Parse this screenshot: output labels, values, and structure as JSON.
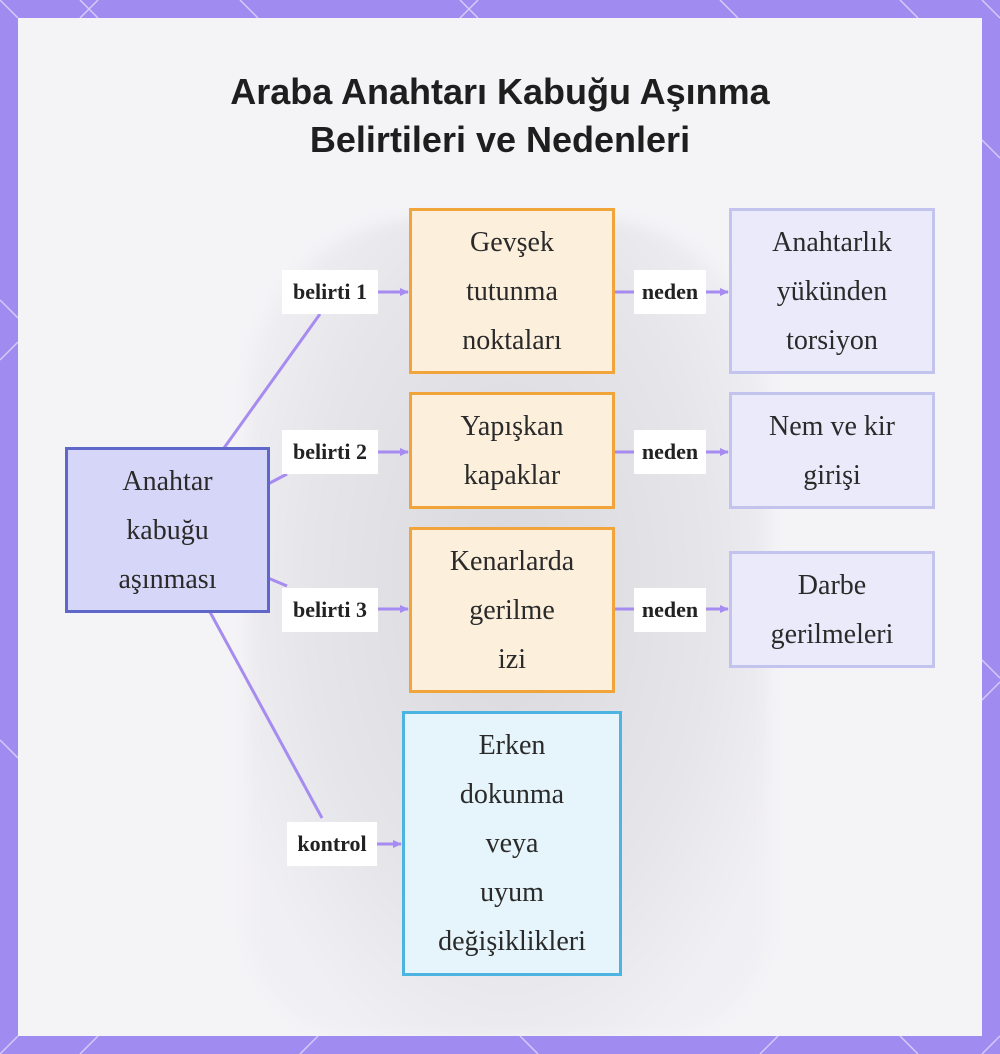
{
  "title": {
    "line1": "Araba Anahtarı Kabuğu Aşınma",
    "line2": "Belirtileri ve Nedenleri"
  },
  "nodes": {
    "root": [
      "Anahtar",
      "kabuğu",
      "aşınması"
    ],
    "symptom1": [
      "Gevşek",
      "tutunma",
      "noktaları"
    ],
    "symptom2": [
      "Yapışkan",
      "kapaklar"
    ],
    "symptom3": [
      "Kenarlarda",
      "gerilme",
      "izi"
    ],
    "cause1": [
      "Anahtarlık",
      "yükünden",
      "torsiyon"
    ],
    "cause2": [
      "Nem ve kir",
      "girişi"
    ],
    "cause3": [
      "Darbe",
      "gerilmeleri"
    ],
    "check": [
      "Erken",
      "dokunma",
      "veya",
      "uyum",
      "değişiklikleri"
    ]
  },
  "edge_labels": {
    "belirti1": "belirti 1",
    "belirti2": "belirti 2",
    "belirti3": "belirti 3",
    "kontrol": "kontrol",
    "neden1": "neden",
    "neden2": "neden",
    "neden3": "neden"
  },
  "colors": {
    "frame": "#a08cf0",
    "edge": "#a68cf0",
    "root_fill": "#d6d6f8",
    "root_border": "#5f68c8",
    "symptom_fill": "#fcefdc",
    "symptom_border": "#f0a43a",
    "cause_fill": "#eaeafa",
    "cause_border": "#c3c4ee",
    "check_fill": "#e6f4fb",
    "check_border": "#4db3e0"
  }
}
